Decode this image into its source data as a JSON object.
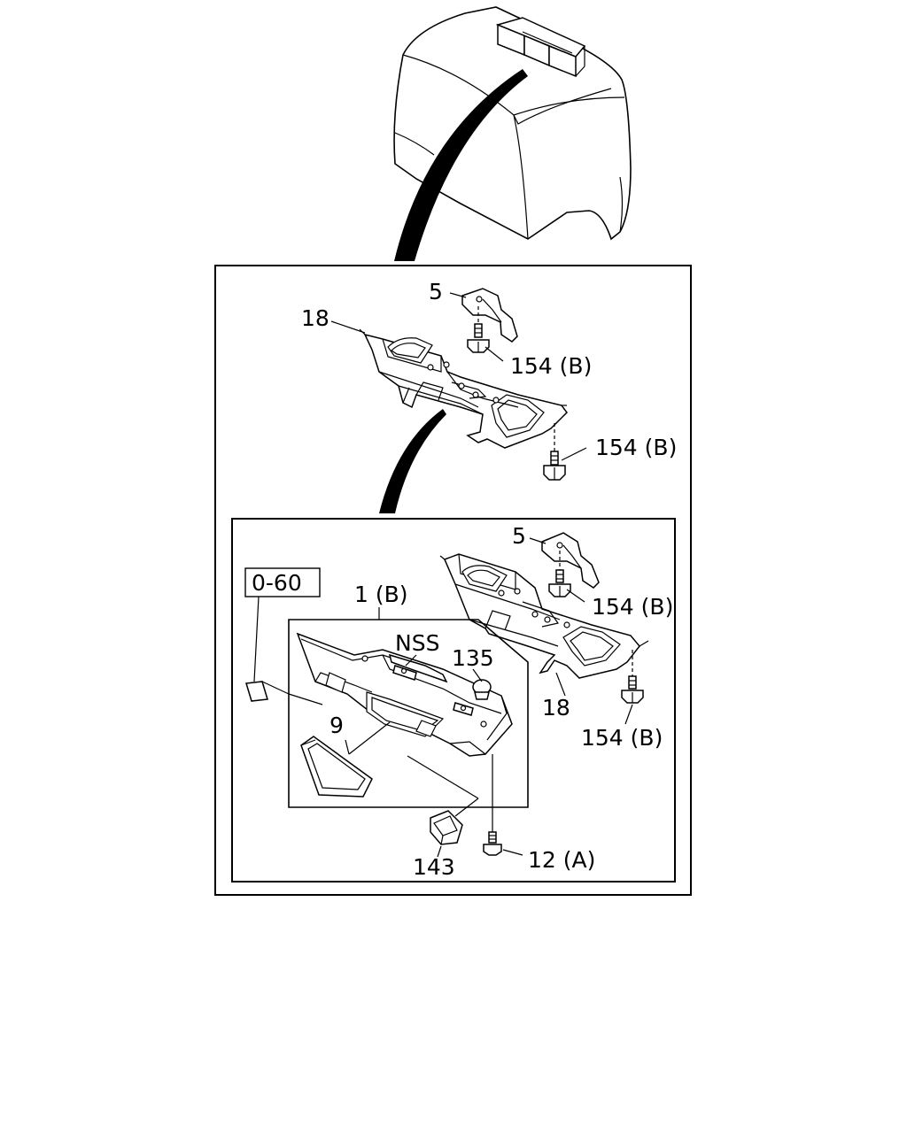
{
  "labels": {
    "top": {
      "part_5": "5",
      "part_18": "18",
      "part_154b_1": "154 (B)",
      "part_154b_2": "154 (B)"
    },
    "bottom": {
      "part_5": "5",
      "part_18": "18",
      "part_154b_1": "154 (B)",
      "part_154b_2": "154 (B)",
      "ref_box": "0-60",
      "part_1b": "1 (B)",
      "nss": "NSS",
      "part_135": "135",
      "part_9": "9",
      "part_143": "143",
      "part_12a": "12 (A)"
    }
  }
}
